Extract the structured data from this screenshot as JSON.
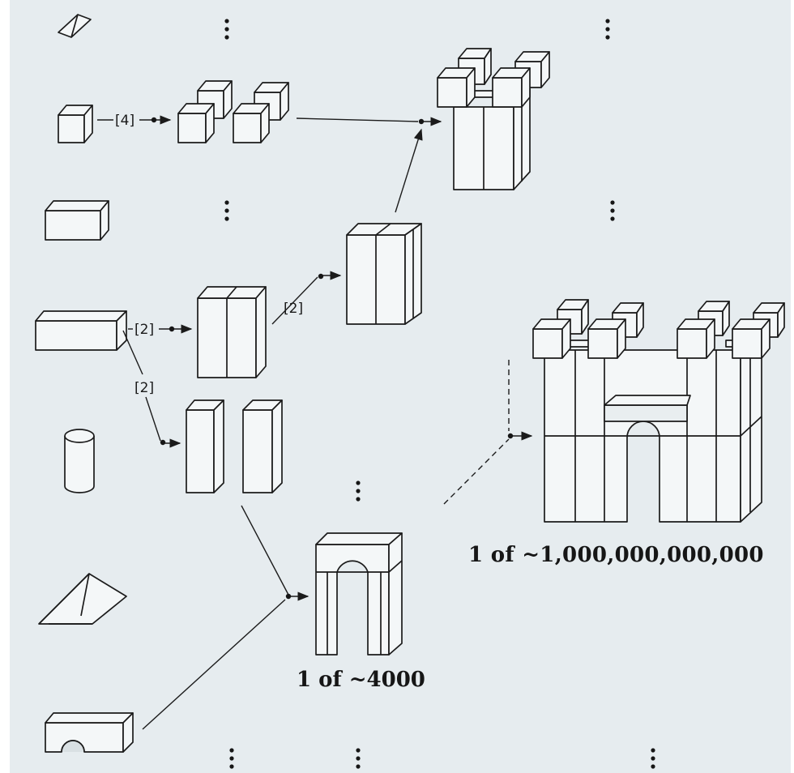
{
  "captions": {
    "small_castle": "1 of ~4000",
    "large_castle": "1 of ~1,000,000,000,000"
  },
  "labels": {
    "cube_multiplier": "[4]",
    "beam_to_pair": "[2]",
    "beam_to_pillars": "[2]",
    "pair_to_tower": "[2]"
  }
}
